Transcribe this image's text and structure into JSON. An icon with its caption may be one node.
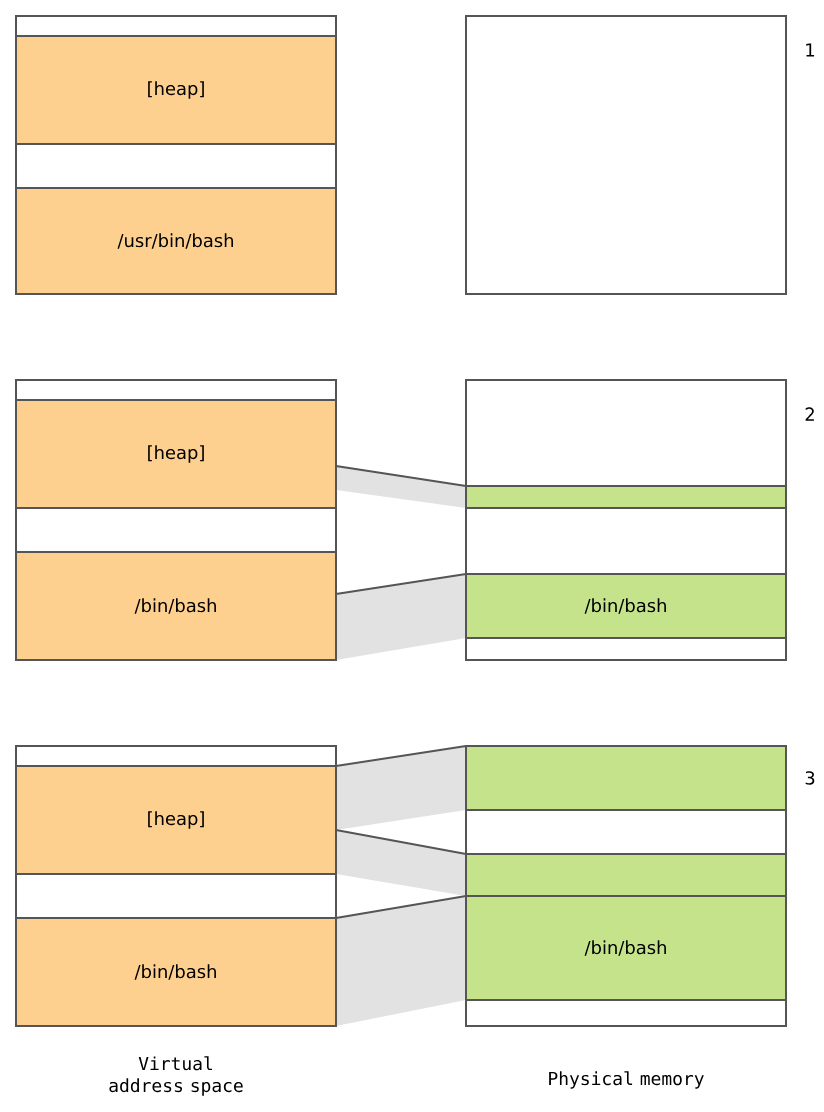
{
  "diagram": {
    "nodes": [
      {
        "text": [],
        "shape": "box"
      },
      {
        "text": [
          "[heap]"
        ]
      },
      {
        "text": [],
        "shape": "box"
      },
      {
        "text": [
          "/usr/bin/bash"
        ]
      },
      {
        "text": [],
        "shape": "box"
      },
      {
        "text": [],
        "shape": "box"
      },
      {
        "text": [
          "[heap]"
        ]
      },
      {
        "text": [],
        "shape": "box"
      },
      {
        "text": [
          "/bin/bash"
        ]
      },
      {
        "text": [],
        "shape": "box"
      },
      {
        "text": [],
        "shape": "bar"
      },
      {
        "text": [],
        "shape": "box"
      },
      {
        "text": [
          "/bin/bash"
        ]
      },
      {
        "text": [],
        "shape": "box"
      },
      {
        "text": [],
        "shape": "box"
      },
      {
        "text": [
          "[heap]"
        ]
      },
      {
        "text": [],
        "shape": "box"
      },
      {
        "text": [
          "/bin/bash"
        ]
      },
      {
        "text": [],
        "shape": "bar"
      },
      {
        "text": [],
        "shape": "box"
      },
      {
        "text": [],
        "shape": "bar"
      },
      {
        "text": [
          "/bin/bash"
        ]
      },
      {
        "text": [],
        "shape": "box"
      }
    ],
    "edges": [
      {
        "from": 6,
        "to": 10,
        "arrow": "none"
      },
      {
        "from": 8,
        "to": 12,
        "arrow": "none"
      },
      {
        "from": 15,
        "to": 18,
        "arrow": "none"
      },
      {
        "from": 15,
        "to": 20,
        "arrow": "none"
      },
      {
        "from": 17,
        "to": 21,
        "arrow": "none"
      }
    ],
    "labels": [
      "1",
      "2",
      "3",
      "Virtual address space",
      "Physical memory"
    ]
  }
}
